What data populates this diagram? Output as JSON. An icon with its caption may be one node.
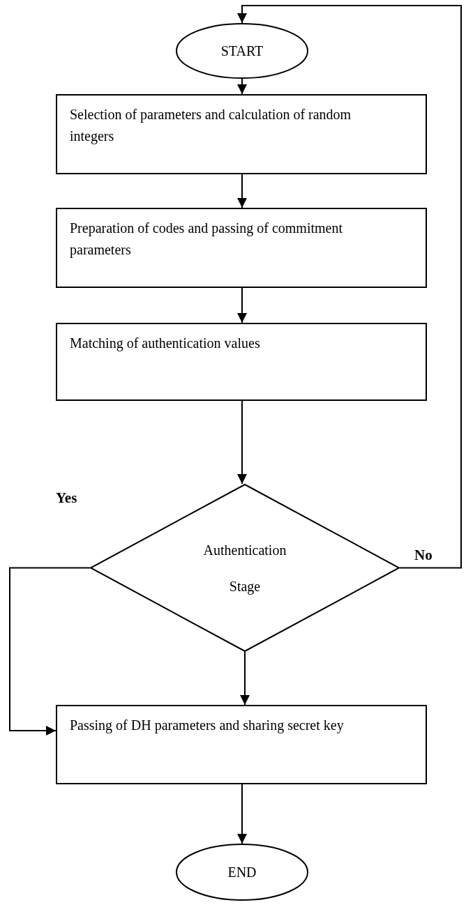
{
  "diagram": {
    "nodes": [
      {
        "text": [
          "START"
        ]
      },
      {
        "text": [
          "Selection of parameters and calculation of random integers"
        ]
      },
      {
        "text": [
          "Preparation of codes and passing of commitment parameters"
        ]
      },
      {
        "text": [
          "Matching of authentication values"
        ]
      },
      {
        "text": [
          "Authentication Stage"
        ]
      },
      {
        "text": [
          "Passing of DH parameters and sharing secret key"
        ]
      },
      {
        "text": [
          "END"
        ]
      }
    ],
    "edges": [
      {
        "from": 0,
        "to": 1,
        "arrow": "to"
      },
      {
        "from": 1,
        "to": 2,
        "arrow": "to"
      },
      {
        "from": 2,
        "to": 3,
        "arrow": "to"
      },
      {
        "from": 3,
        "to": 4,
        "arrow": "to"
      },
      {
        "from": 4,
        "to": 5,
        "arrow": "to",
        "label": "Yes"
      },
      {
        "from": 4,
        "to": 5,
        "arrow": "to"
      },
      {
        "from": 4,
        "to": 0,
        "arrow": "to",
        "label": "No"
      },
      {
        "from": 5,
        "to": 6,
        "arrow": "to"
      }
    ]
  }
}
